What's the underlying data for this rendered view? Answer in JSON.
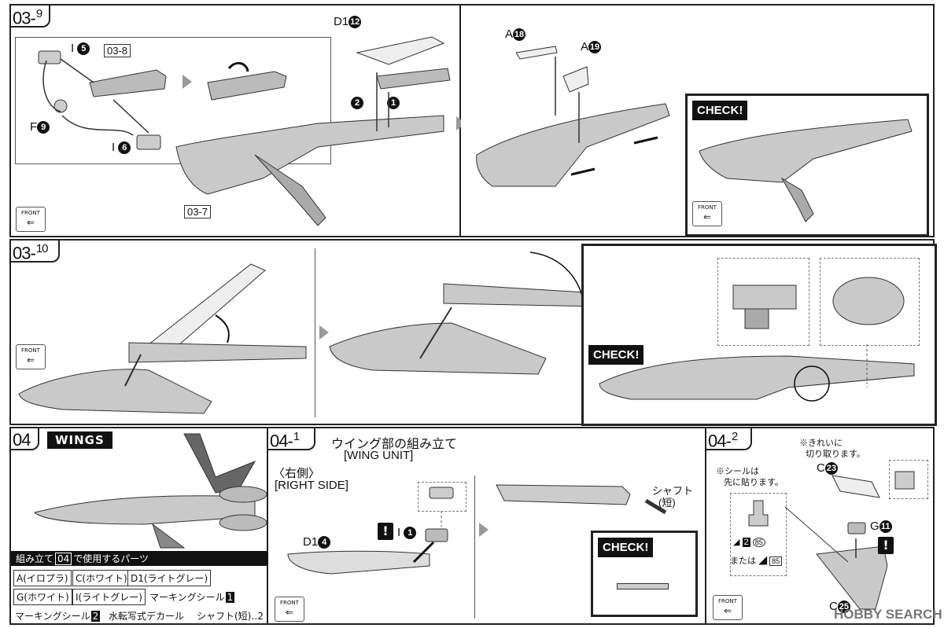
{
  "step_03_9": {
    "number": "03",
    "sub": "9",
    "inset_ref": "03-8",
    "main_ref": "03-7",
    "parts": {
      "i5": {
        "letter": "I",
        "num": "5"
      },
      "i6": {
        "letter": "I",
        "num": "6"
      },
      "f9": {
        "letter": "F",
        "num": "9"
      },
      "d1_12": {
        "letter": "D1",
        "num": "12"
      },
      "a18": {
        "letter": "A",
        "num": "18"
      },
      "a19": {
        "letter": "A",
        "num": "19"
      }
    },
    "order": [
      "2",
      "1"
    ],
    "front_label": "FRONT",
    "check_label": "CHECK!"
  },
  "step_03_10": {
    "number": "03",
    "sub": "10",
    "front_label": "FRONT",
    "check_label": "CHECK!"
  },
  "section_04": {
    "number": "04",
    "title": "WINGS",
    "parts_heading_pre": "組み立て",
    "parts_heading_ref": "04",
    "parts_heading_post": "で使用するパーツ",
    "parts": [
      "A(イロプラ)",
      "C(ホワイト)",
      "D1(ライトグレー)",
      "G(ホワイト)",
      "I(ライトグレー)"
    ],
    "marking_seal_1": "マーキングシール",
    "marking_seal_1_num": "1",
    "marking_seal_2": "マーキングシール",
    "marking_seal_2_num": "2",
    "water_decal": "水転写式デカール",
    "shaft": "シャフト(短)‥2"
  },
  "step_04_1": {
    "number": "04",
    "sub": "1",
    "title_jp": "ウイング部の組み立て",
    "title_en": "[WING UNIT]",
    "side_jp": "〈右側〉",
    "side_en": "[RIGHT SIDE]",
    "part_d1": {
      "letter": "D1",
      "num": "4"
    },
    "part_i1": {
      "letter": "I",
      "num": "1"
    },
    "shaft_label_1": "シャフト",
    "shaft_label_2": "(短)",
    "front_label": "FRONT",
    "check_label": "CHECK!"
  },
  "step_04_2": {
    "number": "04",
    "sub": "2",
    "note_clean_1": "※きれいに",
    "note_clean_2": "切り取ります。",
    "note_seal_1": "※シールは",
    "note_seal_2": "先に貼ります。",
    "part_c23": {
      "letter": "C",
      "num": "23"
    },
    "part_c25": {
      "letter": "C",
      "num": "25"
    },
    "part_g11": {
      "letter": "G",
      "num": "11"
    },
    "seal_num": "2",
    "seal_ref": "85",
    "or_label": "または",
    "front_label": "FRONT"
  },
  "watermark": "HOBBY SEARCH"
}
